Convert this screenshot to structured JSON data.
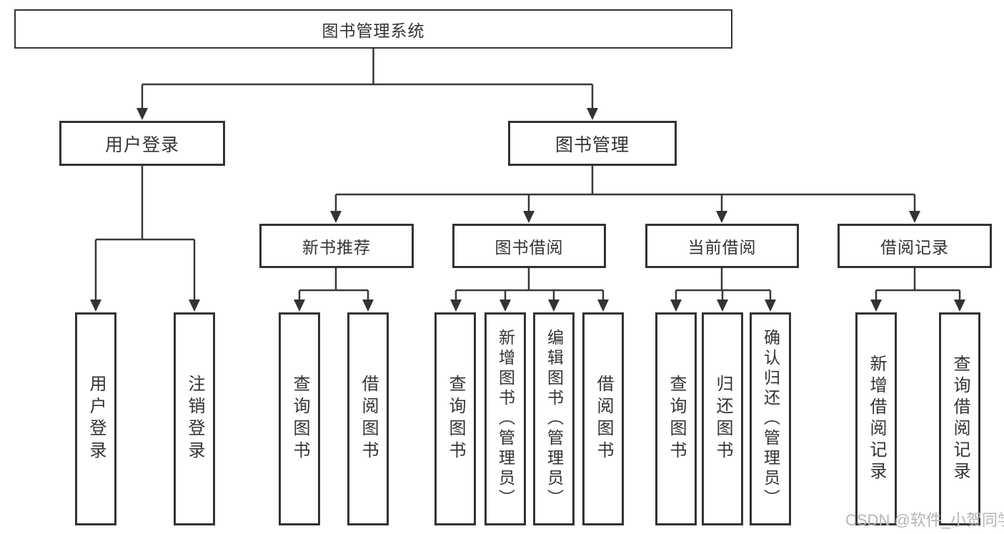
{
  "tree": {
    "root": "图书管理系统",
    "user_login": {
      "label": "用户登录",
      "children": [
        "用户登录",
        "注销登录"
      ]
    },
    "book_mgmt": {
      "label": "图书管理",
      "sections": {
        "new_book": {
          "label": "新书推荐",
          "children": [
            "查询图书",
            "借阅图书"
          ]
        },
        "borrow": {
          "label": "图书借阅",
          "children": [
            "查询图书",
            "新增图书（管理员）",
            "编辑图书（管理员）",
            "借阅图书"
          ]
        },
        "current": {
          "label": "当前借阅",
          "children": [
            "查询图书",
            "归还图书",
            "确认归还（管理员）"
          ]
        },
        "records": {
          "label": "借阅记录",
          "children": [
            "新增借阅记录",
            "查询借阅记录"
          ]
        }
      }
    }
  },
  "colors": {
    "line": "#383838",
    "box_border": "#333333",
    "text": "#333333",
    "watermark": "#b2b5ba"
  },
  "watermark": "CSDN @软件_小贺同学"
}
